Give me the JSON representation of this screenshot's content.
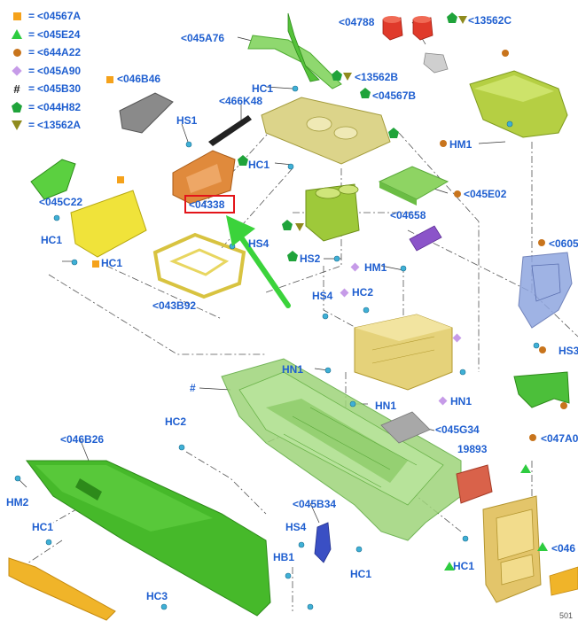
{
  "legend": [
    {
      "symbol": "square",
      "color": "#f5a21b",
      "text": "<04567A"
    },
    {
      "symbol": "triangle",
      "color": "#2ecc40",
      "text": "<045E24"
    },
    {
      "symbol": "circle",
      "color": "#c8741c",
      "text": "<644A22"
    },
    {
      "symbol": "diamond",
      "color": "#c69be8",
      "text": "<045A90"
    },
    {
      "symbol": "hash",
      "color": "#222222",
      "text": "<045B30"
    },
    {
      "symbol": "pentagon",
      "color": "#1fa33a",
      "text": "<044H82"
    },
    {
      "symbol": "triangle-down",
      "color": "#8f8b1e",
      "text": "<13562A"
    }
  ],
  "legend_eq": "=",
  "callouts": {
    "c045A76": "<045A76",
    "c04788": "<04788",
    "c13562C": "<13562C",
    "c046B46": "<046B46",
    "c466K48": "<466K48",
    "hc1_top": "HC1",
    "c13562B": "<13562B",
    "c04567B": "<04567B",
    "hs1": "HS1",
    "hm1_right": "HM1",
    "hc1_mid": "HC1",
    "c045C22": "<045C22",
    "c04338": "<04338",
    "c045E02": "<045E02",
    "hc1_left": "HC1",
    "c04658": "<04658",
    "c0605": "<0605",
    "hs4_top": "HS4",
    "hc1_left2": "HC1",
    "hs2": "HS2",
    "hm1_mid": "HM1",
    "c043B92": "<043B92",
    "hs4_mid": "HS4",
    "hc2_mid": "HC2",
    "hs3": "HS3",
    "hn1_left": "HN1",
    "hash_label": "#",
    "hn1_right": "HN1",
    "hn1_mid": "HN1",
    "hc2_left": "HC2",
    "c045G34": "<045G34",
    "c047A": "<047A0",
    "c046B26": "<046B26",
    "n19893": "19893",
    "hm2": "HM2",
    "c045B34": "<045B34",
    "hs4_low": "HS4",
    "hc1_low_left": "HC1",
    "hb1": "HB1",
    "hc1_low_mid": "HC1",
    "hc1_low_right": "HC1",
    "c046": "<046",
    "hc3": "HC3"
  },
  "footer_code": "501"
}
